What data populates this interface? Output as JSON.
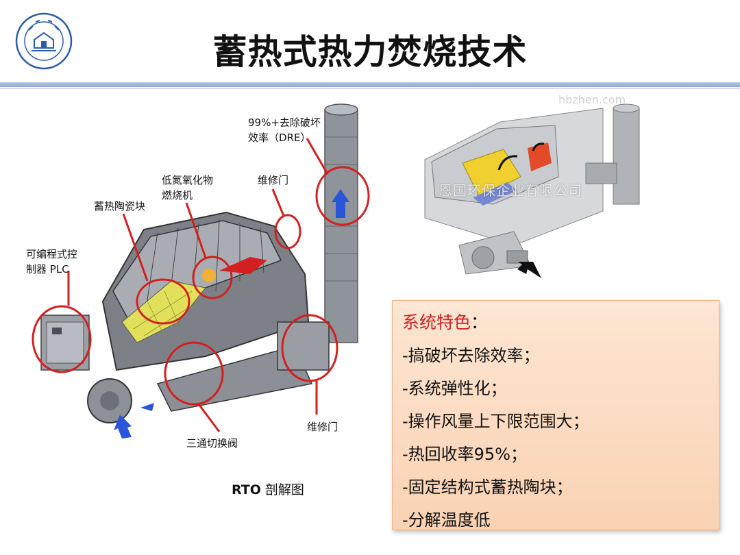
{
  "title": "蓄热式热力焚烧技术",
  "logo": {
    "icon": "university-seal"
  },
  "diagram": {
    "labels": {
      "dre": "99%+去除破坏\n效率（DRE）",
      "burner": "低氮氧化物\n燃烧机",
      "door_top": "维修门",
      "ceramic": "蓄热陶瓷块",
      "plc": "可编程式控\n制器 PLC",
      "valve": "三通切换阀",
      "door_bottom": "维修门"
    },
    "caption_bold": "RTO",
    "caption_text": "剖解图"
  },
  "photo": {
    "watermark": "恩国环保企业有限公司",
    "watermark_top": "hbzhen.com"
  },
  "features": {
    "title": "系统特色",
    "colon": "：",
    "items": [
      "-搞破坏去除效率；",
      "-系统弹性化；",
      "-操作风量上下限范围大；",
      "-热回收率95%；",
      "-固定结构式蓄热陶块；",
      "-分解温度低"
    ]
  },
  "colors": {
    "accent_red": "#d21f1f",
    "panel_bg": "#fbdcc4",
    "rule_blue": "#9fb4db"
  }
}
